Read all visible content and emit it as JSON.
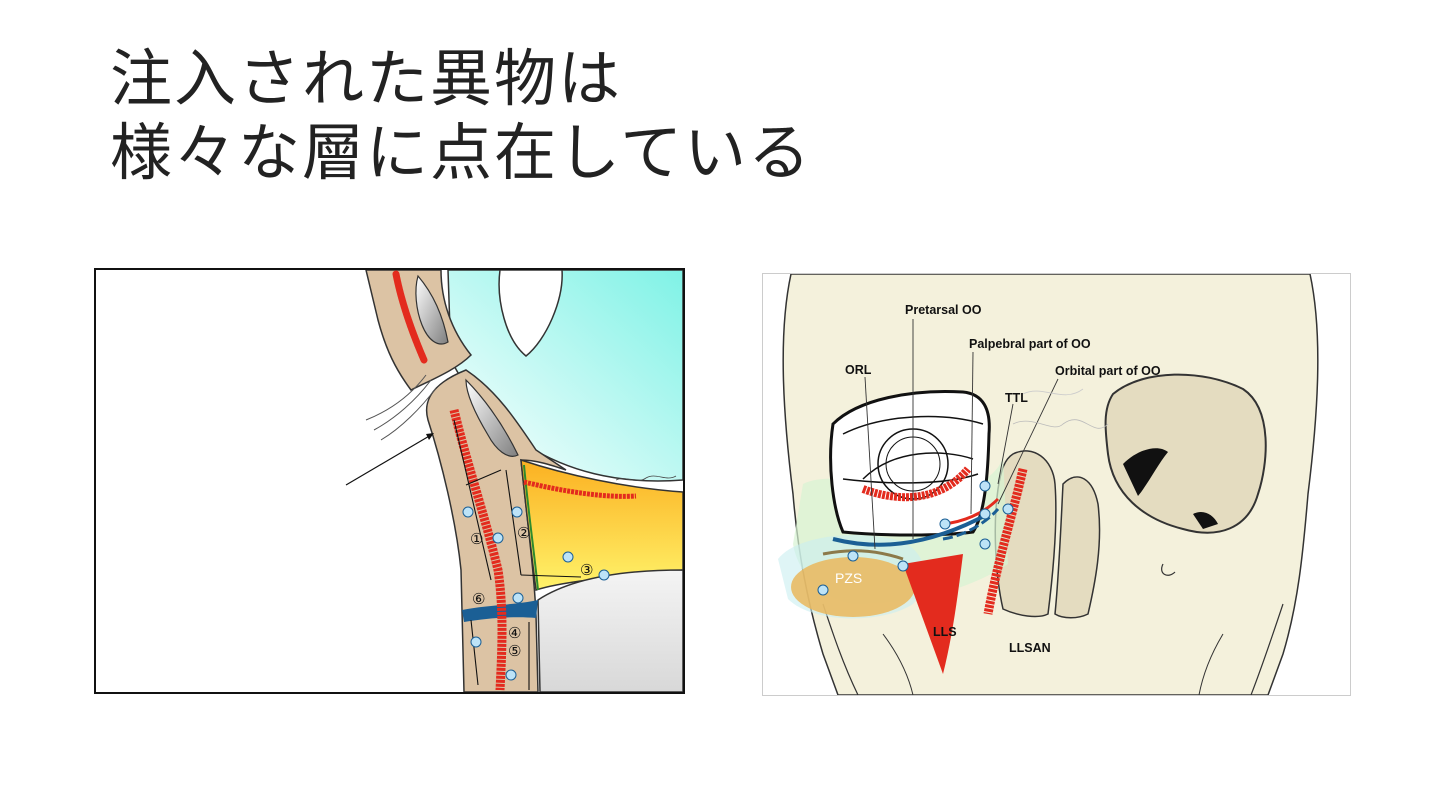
{
  "slide": {
    "title_line1": "注入された異物は",
    "title_line2": "様々な層に点在している"
  },
  "left_diagram": {
    "markers": [
      "①",
      "②",
      "③",
      "④",
      "⑤",
      "⑥"
    ]
  },
  "right_diagram": {
    "labels": {
      "pretarsal_oo": "Pretarsal OO",
      "palpebral_oo": "Palpebral part of OO",
      "orbital_oo": "Orbital part of OO",
      "orl": "ORL",
      "ttl": "TTL",
      "pzs": "PZS",
      "lls": "LLS",
      "llsan": "LLSAN"
    }
  },
  "colors": {
    "muscle_red": "#e32b1e",
    "skin_tan": "#dcc3a4",
    "fat_yellow": "#f8d52c",
    "cyan_region": "#8ff0e8",
    "skull_beige": "#f4f1dc",
    "ligament_blue": "#1b5f95",
    "pzs_orange": "#eab75c"
  }
}
